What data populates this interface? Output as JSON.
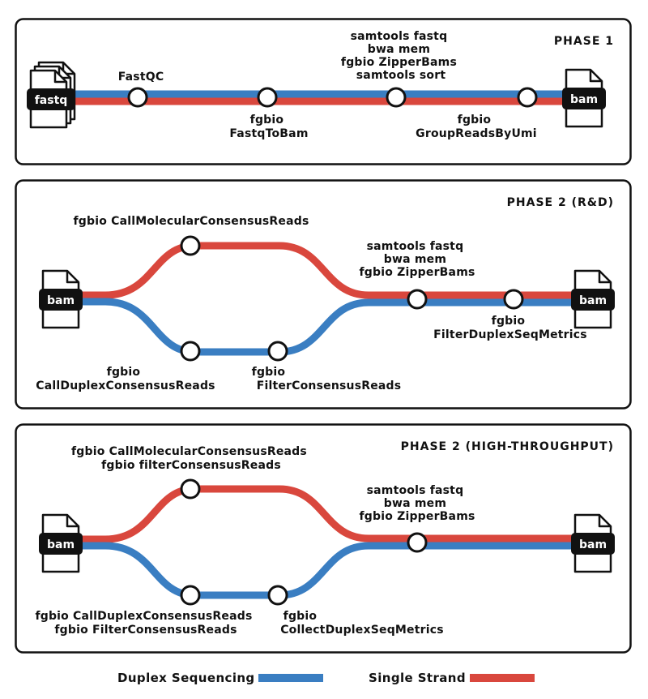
{
  "colors": {
    "duplex": "#3a7ec2",
    "single": "#d9473d",
    "panel_border": "#111111",
    "node_fill": "#ffffff",
    "file_label_bg": "#111111"
  },
  "file_icon": "document-stack-icon",
  "panels": [
    {
      "title": "PHASE 1",
      "input_file": "fastq",
      "output_file": "bam",
      "steps": [
        {
          "lines": [
            "FastQC"
          ]
        },
        {
          "lines": [
            "fgbio",
            "FastqToBam"
          ]
        },
        {
          "lines": [
            "samtools fastq",
            "bwa mem",
            "fgbio ZipperBams",
            "samtools sort"
          ]
        },
        {
          "lines": [
            "fgbio",
            "GroupReadsByUmi"
          ]
        }
      ]
    },
    {
      "title": "PHASE 2 (R&D)",
      "input_file": "bam",
      "output_file": "bam",
      "steps": [
        {
          "lines": [
            "fgbio CallMolecularConsensusReads"
          ]
        },
        {
          "lines": [
            "fgbio",
            "CallDuplexConsensusReads"
          ]
        },
        {
          "lines": [
            "fgbio",
            "FilterConsensusReads"
          ]
        },
        {
          "lines": [
            "samtools fastq",
            "bwa mem",
            "fgbio ZipperBams"
          ]
        },
        {
          "lines": [
            "fgbio",
            "FilterDuplexSeqMetrics"
          ]
        }
      ]
    },
    {
      "title": "PHASE 2 (HIGH-THROUGHPUT)",
      "input_file": "bam",
      "output_file": "bam",
      "steps": [
        {
          "lines": [
            "fgbio CallMolecularConsensusReads",
            "fgbio filterConsensusReads"
          ]
        },
        {
          "lines": [
            "fgbio CallDuplexConsensusReads",
            "fgbio FilterConsensusReads"
          ]
        },
        {
          "lines": [
            "fgbio",
            "CollectDuplexSeqMetrics"
          ]
        },
        {
          "lines": [
            "samtools fastq",
            "bwa mem",
            "fgbio ZipperBams"
          ]
        }
      ]
    }
  ],
  "legend": [
    {
      "label": "Duplex Sequencing",
      "color_key": "duplex"
    },
    {
      "label": "Single Strand",
      "color_key": "single"
    }
  ]
}
